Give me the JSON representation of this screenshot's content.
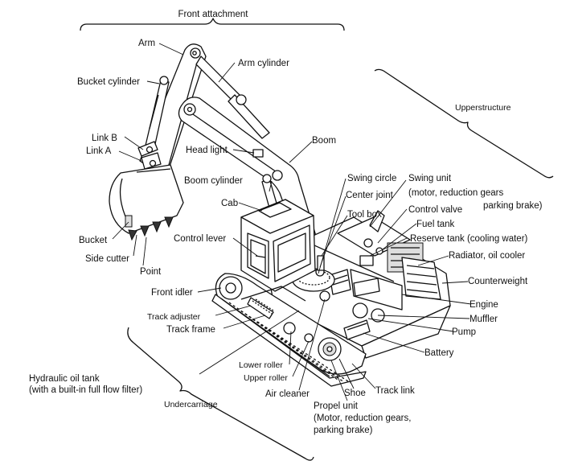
{
  "groups": {
    "front_attachment": "Front attachment",
    "upperstructure": "Upperstructure",
    "undercarriage": "Undercarriage"
  },
  "labels": {
    "arm": "Arm",
    "arm_cylinder": "Arm cylinder",
    "bucket_cylinder": "Bucket cylinder",
    "link_b": "Link B",
    "link_a": "Link A",
    "head_light": "Head light",
    "boom": "Boom",
    "boom_cylinder": "Boom cylinder",
    "cab": "Cab",
    "bucket": "Bucket",
    "side_cutter": "Side cutter",
    "point": "Point",
    "control_lever": "Control lever",
    "front_idler": "Front idler",
    "track_adjuster": "Track adjuster",
    "track_frame": "Track frame",
    "hydraulic_oil_tank_1": "Hydraulic oil tank",
    "hydraulic_oil_tank_2": "(with a built-in full flow filter)",
    "lower_roller": "Lower roller",
    "upper_roller": "Upper roller",
    "air_cleaner": "Air cleaner",
    "shoe": "Shoe",
    "track_link": "Track link",
    "propel_unit_1": "Propel unit",
    "propel_unit_2": "(Motor, reduction gears,",
    "propel_unit_3": "parking brake)",
    "swing_circle": "Swing circle",
    "swing_unit_1": "Swing unit",
    "swing_unit_2": "(motor, reduction gears",
    "swing_unit_3": "parking brake)",
    "center_joint": "Center joint",
    "control_valve": "Control valve",
    "tool_box": "Tool box",
    "fuel_tank": "Fuel tank",
    "reserve_tank": "Reserve tank (cooling water)",
    "radiator": "Radiator, oil cooler",
    "counterweight": "Counterweight",
    "engine": "Engine",
    "muffler": "Muffler",
    "pump": "Pump",
    "battery": "Battery"
  }
}
